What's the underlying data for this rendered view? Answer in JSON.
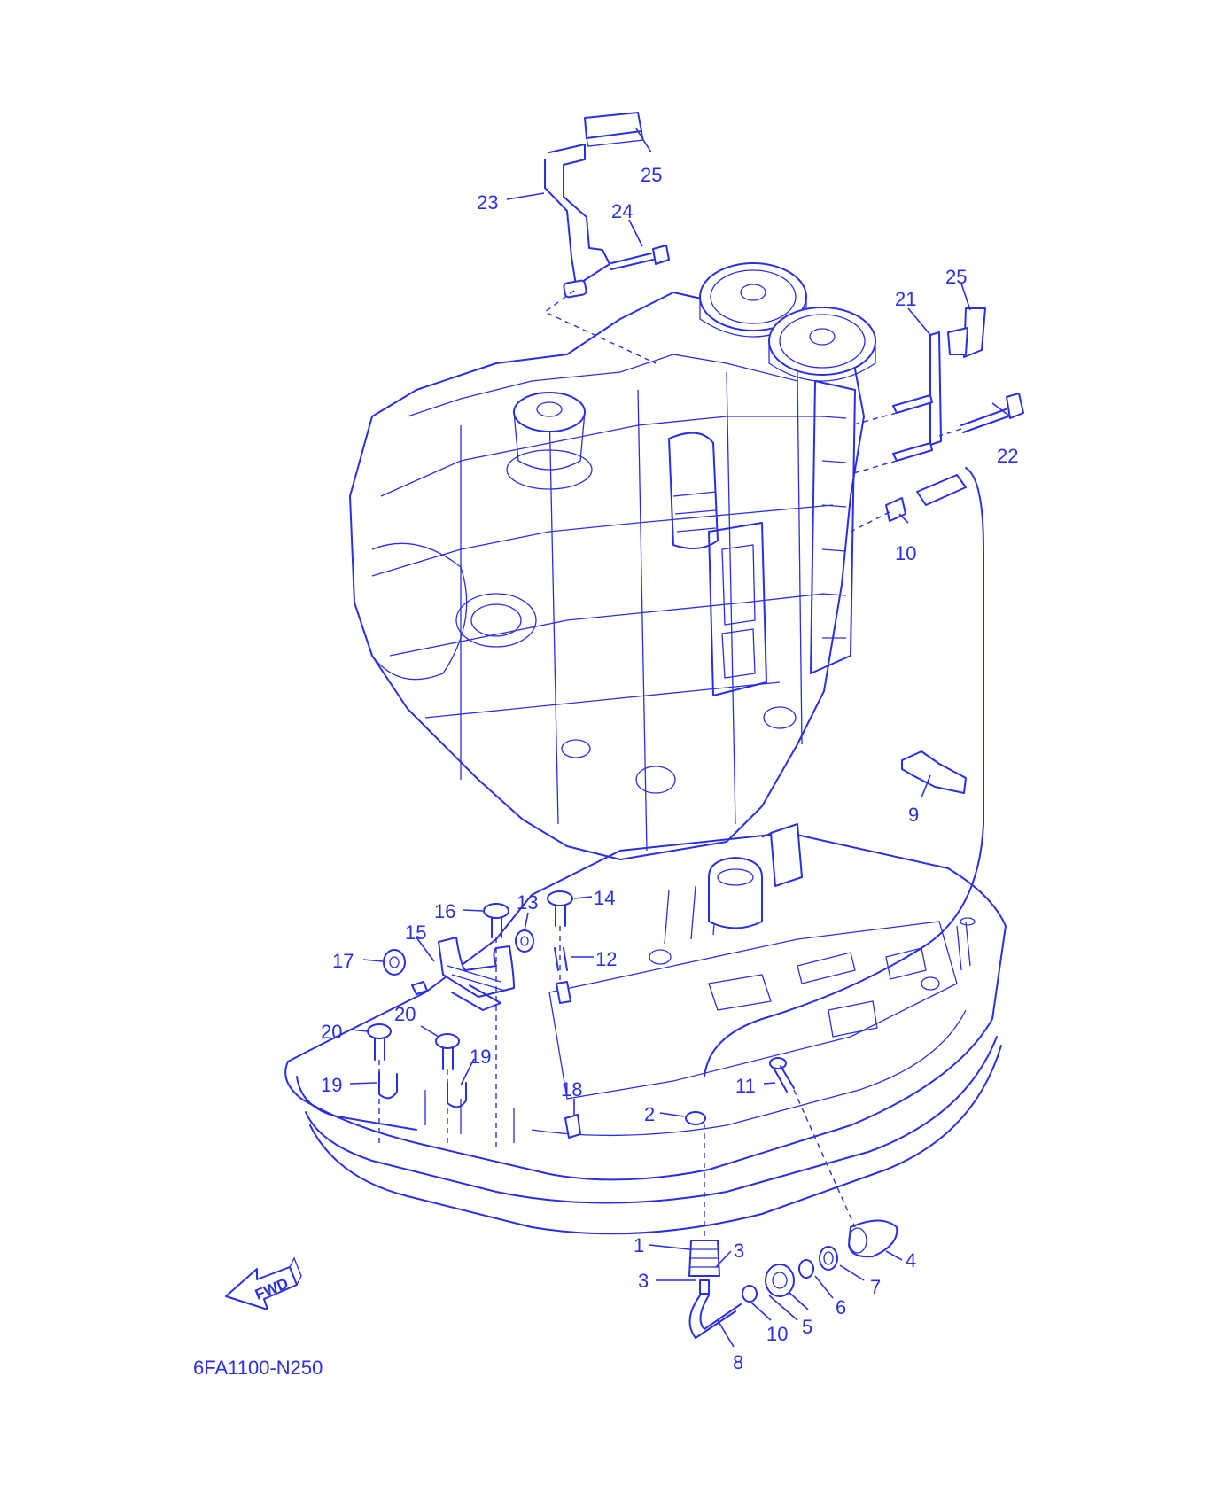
{
  "diagram": {
    "drawing_code": "6FA1100-N250",
    "direction_label": "FWD",
    "ink_color": "#2a2fe0",
    "callouts": [
      {
        "id": "c1",
        "text": "1"
      },
      {
        "id": "c2",
        "text": "2"
      },
      {
        "id": "c3a",
        "text": "3"
      },
      {
        "id": "c3b",
        "text": "3"
      },
      {
        "id": "c4",
        "text": "4"
      },
      {
        "id": "c5",
        "text": "5"
      },
      {
        "id": "c6",
        "text": "6"
      },
      {
        "id": "c7",
        "text": "7"
      },
      {
        "id": "c8",
        "text": "8"
      },
      {
        "id": "c9",
        "text": "9"
      },
      {
        "id": "c10a",
        "text": "10"
      },
      {
        "id": "c10b",
        "text": "10"
      },
      {
        "id": "c11",
        "text": "11"
      },
      {
        "id": "c12",
        "text": "12"
      },
      {
        "id": "c13",
        "text": "13"
      },
      {
        "id": "c14",
        "text": "14"
      },
      {
        "id": "c15",
        "text": "15"
      },
      {
        "id": "c16",
        "text": "16"
      },
      {
        "id": "c17",
        "text": "17"
      },
      {
        "id": "c18",
        "text": "18"
      },
      {
        "id": "c19a",
        "text": "19"
      },
      {
        "id": "c19b",
        "text": "19"
      },
      {
        "id": "c20a",
        "text": "20"
      },
      {
        "id": "c20b",
        "text": "20"
      },
      {
        "id": "c21",
        "text": "21"
      },
      {
        "id": "c22",
        "text": "22"
      },
      {
        "id": "c23",
        "text": "23"
      },
      {
        "id": "c24",
        "text": "24"
      },
      {
        "id": "c25a",
        "text": "25"
      },
      {
        "id": "c25b",
        "text": "25"
      }
    ]
  }
}
